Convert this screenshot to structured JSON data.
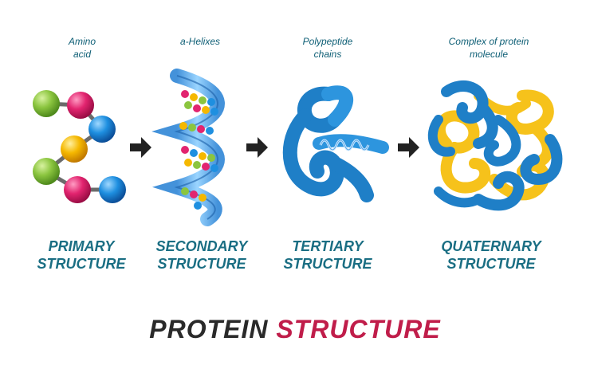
{
  "stages": [
    {
      "caption": "Amino\nacid",
      "title": "PRIMARY\nSTRUCTURE"
    },
    {
      "caption": "a-Helixes",
      "title": "SECONDARY\nSTRUCTURE"
    },
    {
      "caption": "Polypeptide\nchains",
      "title": "TERTIARY\nSTRUCTURE"
    },
    {
      "caption": "Complex of protein\nmolecule",
      "title": "QUATERNARY\nSTRUCTURE"
    }
  ],
  "title": {
    "word1": "PROTEIN",
    "word2": "STRUCTURE"
  },
  "colors": {
    "text_teal": "#1a6e83",
    "title_dark": "#2a2a2a",
    "title_red": "#c01d4a",
    "bead_green": "#8bc53f",
    "bead_pink": "#e2246f",
    "bead_blue": "#1e8fe0",
    "bead_yellow": "#f5b800",
    "chain_blue": "#1f7fc7",
    "chain_yellow": "#f6c21b"
  }
}
